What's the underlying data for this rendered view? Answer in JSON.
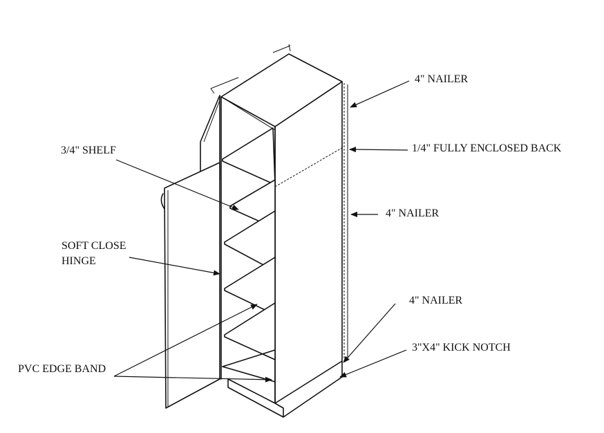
{
  "labels": {
    "nailer_top": "4\" NAILER",
    "back": "1/4\" FULLY ENCLOSED BACK",
    "shelf": "3/4\" SHELF",
    "nailer_mid": "4\" NAILER",
    "hinge_line1": "SOFT CLOSE",
    "hinge_line2": "HINGE",
    "nailer_low": "4\" NAILER",
    "kick_notch": "3\"X4\" KICK NOTCH",
    "edge_band": "PVC EDGE BAND"
  },
  "colors": {
    "ink": "#111111",
    "paper": "#ffffff"
  }
}
